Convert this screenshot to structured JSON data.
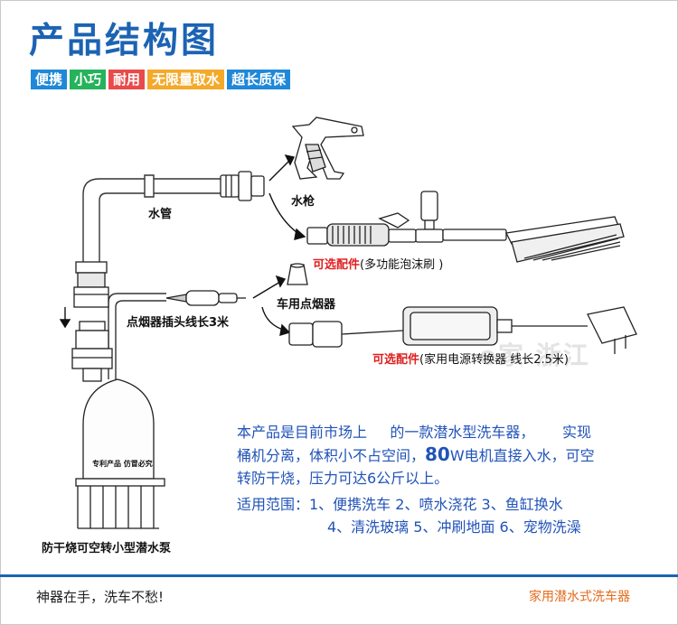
{
  "header": {
    "title": "产品结构图",
    "tags": [
      {
        "label": "便携",
        "color": "#1f88d8"
      },
      {
        "label": "小巧",
        "color": "#25b35b"
      },
      {
        "label": "耐用",
        "color": "#e94a4a"
      },
      {
        "label": "无限量取水",
        "color": "#f4a92a"
      },
      {
        "label": "超长质保",
        "color": "#1f88d8"
      }
    ]
  },
  "diagram": {
    "hose_label": "水管",
    "water_gun_label": "水枪",
    "optional_prefix": "可选配件",
    "brush_label": "(多功能泡沫刷 )",
    "car_lighter_label": "车用点烟器",
    "lighter_plug_label": "点烟器插头线长3米",
    "power_converter_label": "(家用电源转换器 线长2.5米)",
    "pump_body_text": "专利产品 仿冒必究",
    "pump_label": "防干烧可空转小型潜水泵",
    "watermark": "e家 浙江"
  },
  "description": {
    "line1": "本产品是目前市场上     的一款潜水型洗车器，      实现",
    "line2_a": "桶机分离，体积小不占空间，",
    "line2_big": "80",
    "line2_b": "W电机直接入水，可空",
    "line3": "转防干烧，压力可达6公斤以上。",
    "usage_line1": "适用范围：1、便携洗车 2、喷水浇花 3、鱼缸换水",
    "usage_line2": "4、清洗玻璃 5、冲刷地面 6、宠物洗澡"
  },
  "footer": {
    "slogan": "神器在手，洗车不愁!",
    "product_name": "家用潜水式洗车器"
  }
}
